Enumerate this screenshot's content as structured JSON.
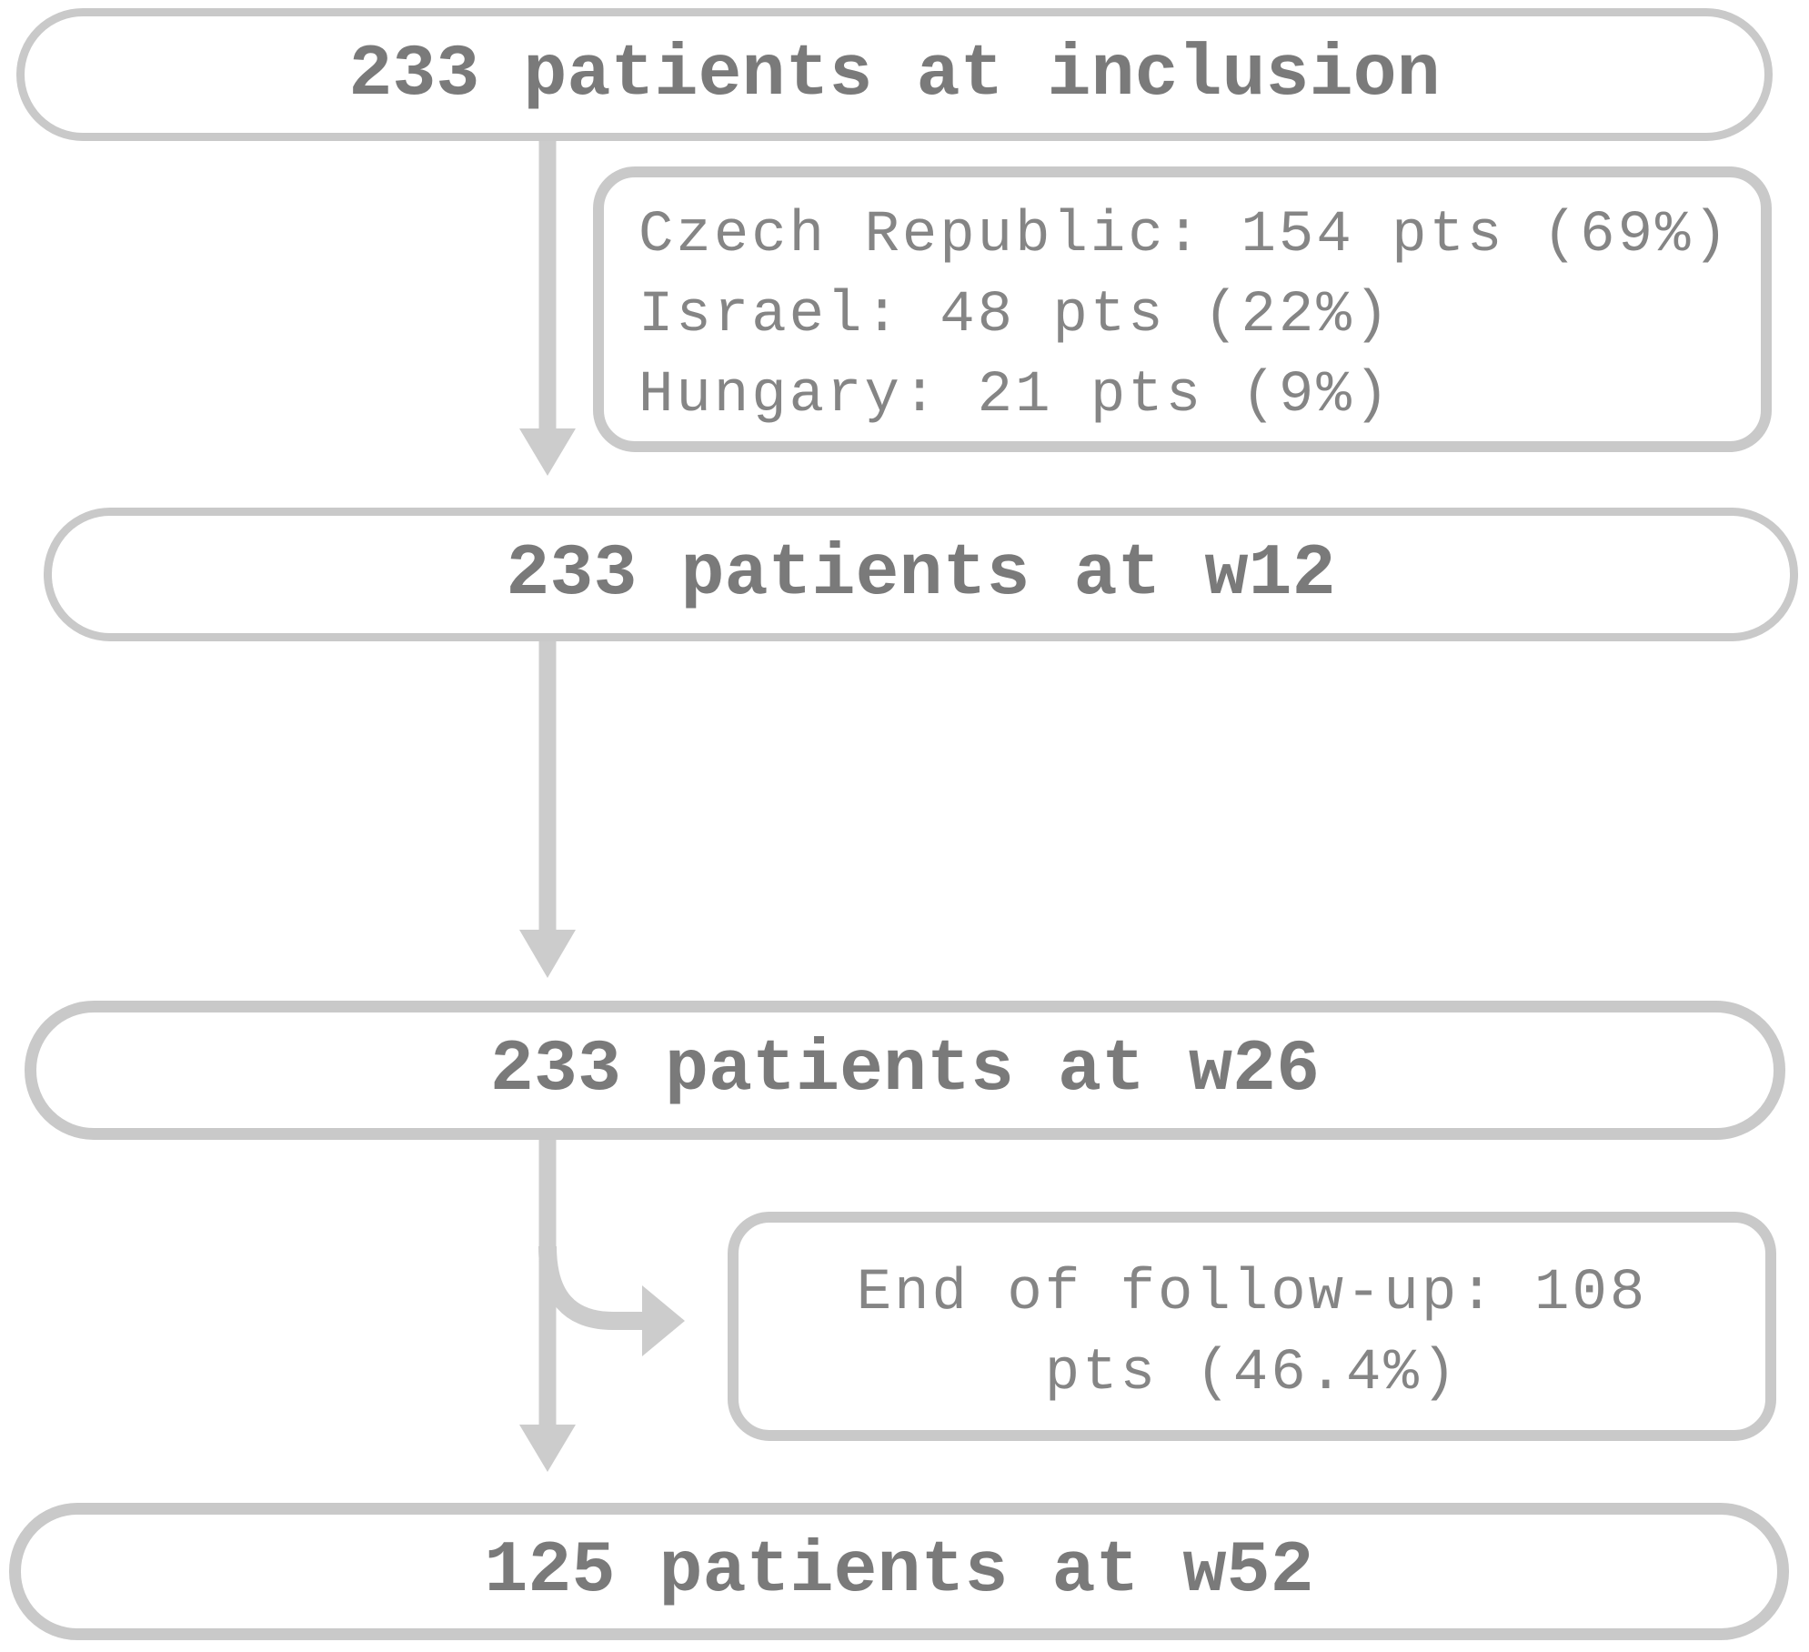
{
  "nodes": {
    "inclusion": {
      "label": "233 patients at inclusion"
    },
    "countries": {
      "lines": [
        "Czech Republic: 154 pts (69%)",
        "Israel: 48 pts (22%)",
        "Hungary: 21 pts (9%)"
      ]
    },
    "w12": {
      "label": "233 patients at w12"
    },
    "w26": {
      "label": "233 patients at w26"
    },
    "followup": {
      "lines": [
        "End of follow-up: 108",
        "pts (46.4%)"
      ]
    },
    "w52": {
      "label": "125 patients at w52"
    }
  },
  "edges": [
    {
      "from": "inclusion",
      "to": "w12"
    },
    {
      "from": "w12",
      "to": "w26"
    },
    {
      "from": "w26",
      "to": "w52"
    },
    {
      "from": "w26",
      "to": "followup",
      "type": "branch"
    }
  ],
  "colors": {
    "box_border": "#c9c9c9",
    "arrow": "#cccccc",
    "title_text": "#7a7a7a",
    "body_text": "#858585",
    "background": "#ffffff"
  }
}
